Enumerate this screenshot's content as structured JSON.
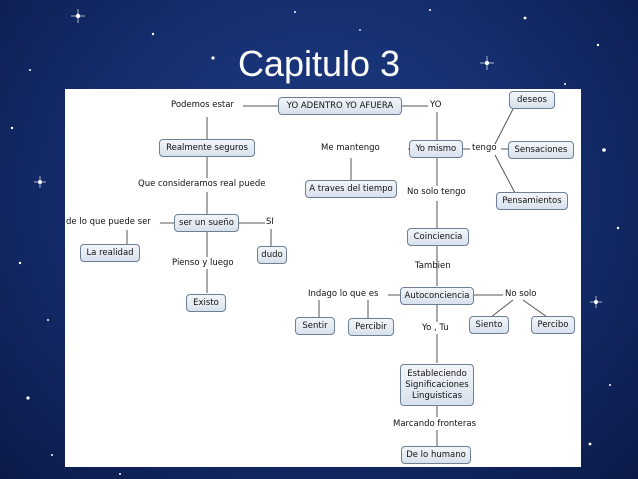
{
  "slide": {
    "title": "Capitulo 3"
  },
  "concept_map": {
    "nodes": {
      "yo_adentro": "YO ADENTRO YO AFUERA",
      "deseos": "deseos",
      "realmente_seguros": "Realmente seguros",
      "yo_mismo": "Yo mismo",
      "sensaciones": "Sensaciones",
      "a_traves_del_tiempo": "A traves del tiempo",
      "pensamientos": "Pensamientos",
      "ser_un_sueno": "ser un sueño",
      "la_realidad": "La realidad",
      "dudo": "dudo",
      "coinciencia": "Coinciencia",
      "existo": "Existo",
      "autoconciencia": "Autoconciencia",
      "sentir": "Sentir",
      "percibir": "Percibir",
      "siento": "Siento",
      "percibo": "Percibo",
      "estableciendo": "Estableciendo\nSignificaciones\nLinguisticas",
      "de_lo_humano": "De lo humano"
    },
    "links": {
      "podemos_estar": "Podemos estar",
      "yo": "YO",
      "me_mantengo": "Me mantengo",
      "tengo": "tengo",
      "que_consideramos": "Que consideramos real puede",
      "no_solo_tengo": "No solo tengo",
      "de_lo_que_puede_ser": "de lo que puede ser",
      "si": "SI",
      "pienso_y_luego": "Pienso y luego",
      "tambien": "Tambien",
      "indago": "Indago lo que es",
      "no_solo": "No solo",
      "yo_tu": "Yo , Tu",
      "marcando_fronteras": "Marcando fronteras"
    }
  }
}
